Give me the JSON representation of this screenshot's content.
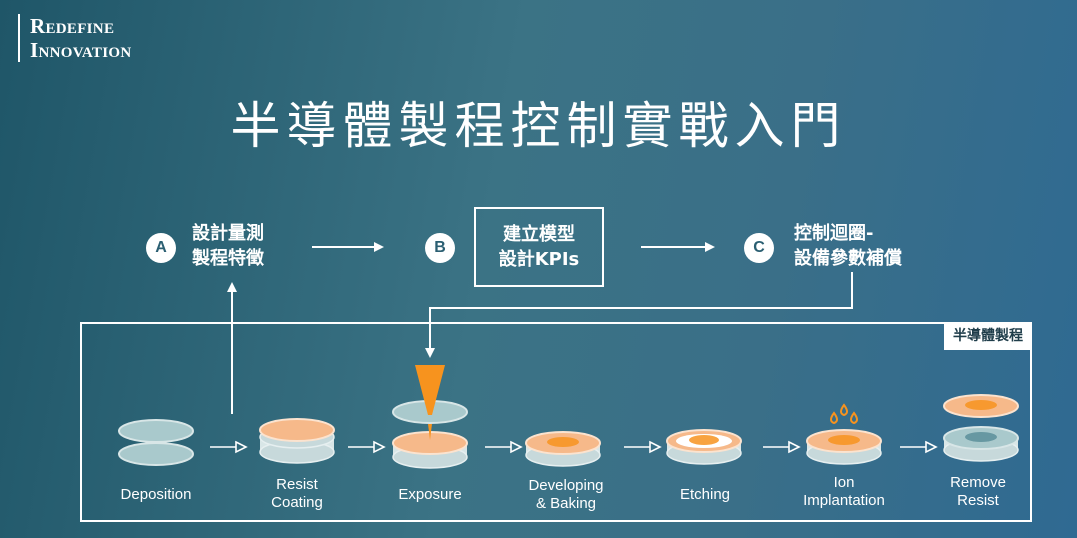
{
  "brand": {
    "line1": "Redefine",
    "line2": "Innovation"
  },
  "title": "半導體製程控制實戰入門",
  "stages": {
    "a": {
      "badge": "A",
      "line1": "設計量測",
      "line2": "製程特徵"
    },
    "b": {
      "badge": "B",
      "line1": "建立模型",
      "line2": "設計KPIs"
    },
    "c": {
      "badge": "C",
      "line1": "控制迴圈-",
      "line2": "設備參數補償"
    }
  },
  "process_panel": {
    "tag": "半導體製程",
    "steps": [
      {
        "line1": "Deposition",
        "line2": ""
      },
      {
        "line1": "Resist",
        "line2": "Coating"
      },
      {
        "line1": "Exposure",
        "line2": ""
      },
      {
        "line1": "Developing",
        "line2": "& Baking"
      },
      {
        "line1": "Etching",
        "line2": ""
      },
      {
        "line1": "Ion",
        "line2": "Implantation"
      },
      {
        "line1": "Remove",
        "line2": "Resist"
      }
    ]
  },
  "colors": {
    "background_start": "#1f5668",
    "background_end": "#2f6a92",
    "wafer_teal": "#a9c9cc",
    "wafer_rim": "#d8e6e7",
    "resist_peach": "#f6b98a",
    "accent_orange": "#f7931e",
    "white": "#ffffff"
  }
}
